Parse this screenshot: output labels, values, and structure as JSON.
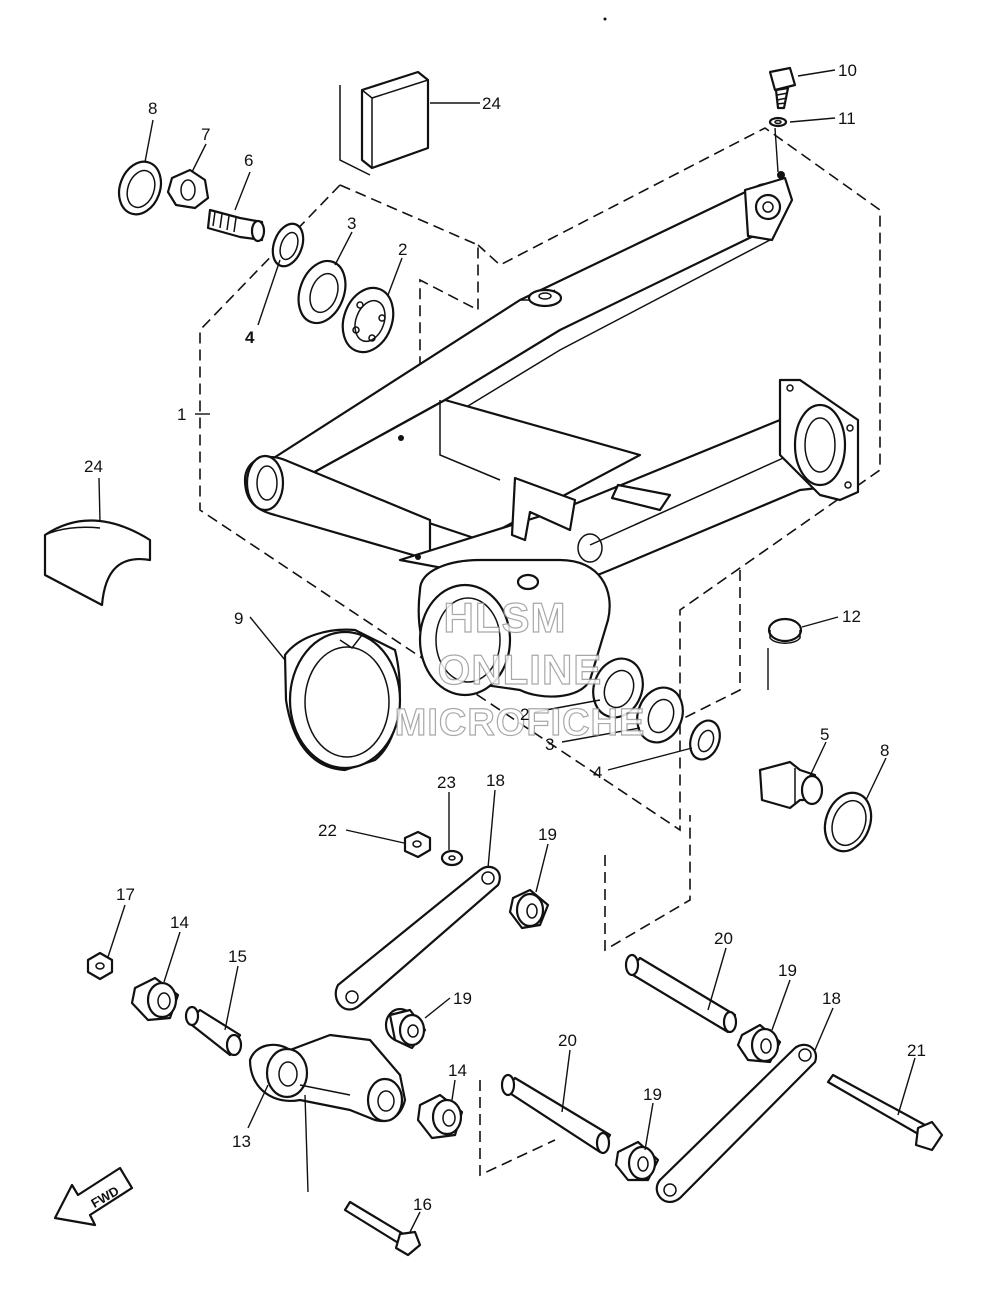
{
  "watermark": {
    "line1": "HLSM",
    "line2": "ONLINE",
    "line3": "MICROFICHE"
  },
  "direction_arrow": "FWD",
  "callouts": {
    "c1": "1",
    "c2a": "2",
    "c2b": "2",
    "c3a": "3",
    "c3b": "3",
    "c4a": "4",
    "c4b": "4",
    "c5": "5",
    "c6": "6",
    "c7": "7",
    "c8a": "8",
    "c8b": "8",
    "c9": "9",
    "c10": "10",
    "c11": "11",
    "c12": "12",
    "c13": "13",
    "c14a": "14",
    "c14b": "14",
    "c15": "15",
    "c16": "16",
    "c17": "17",
    "c18a": "18",
    "c18b": "18",
    "c19a": "19",
    "c19b": "19",
    "c19c": "19",
    "c19d": "19",
    "c20a": "20",
    "c20b": "20",
    "c21": "21",
    "c22": "22",
    "c23": "23",
    "c24a": "24",
    "c24b": "24"
  }
}
